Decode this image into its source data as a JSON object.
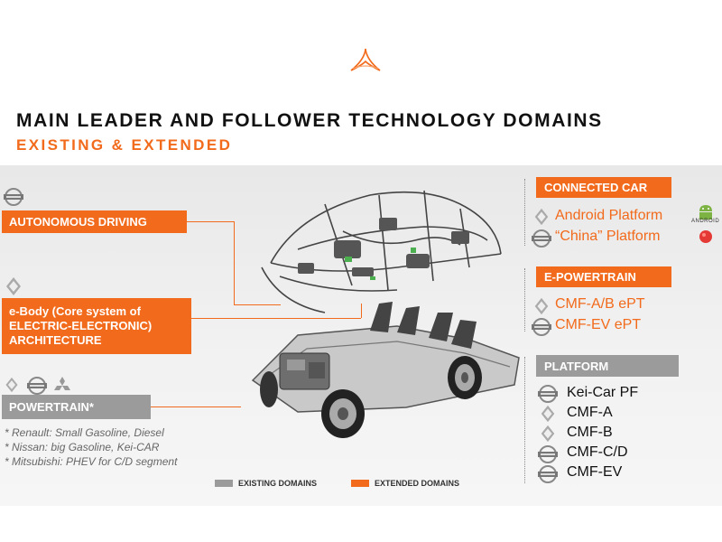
{
  "header": {
    "title": "MAIN LEADER AND FOLLOWER TECHNOLOGY DOMAINS",
    "subtitle": "EXISTING & EXTENDED"
  },
  "left": {
    "autonomous": "AUTONOMOUS DRIVING",
    "ebody_line1": "e-Body (Core system of",
    "ebody_line2": "ELECTRIC-ELECTRONIC)",
    "ebody_line3": "ARCHITECTURE",
    "powertrain": "POWERTRAIN*",
    "notes": [
      "* Renault: Small Gasoline, Diesel",
      "* Nissan: big Gasoline, Kei-CAR",
      "* Mitsubishi: PHEV for C/D segment"
    ]
  },
  "right": {
    "connected": {
      "label": "CONNECTED CAR",
      "items": [
        "Android Platform",
        "“China” Platform"
      ],
      "android_badge": "ANDROID"
    },
    "epowertrain": {
      "label": "E-POWERTRAIN",
      "items": [
        "CMF-A/B ePT",
        "CMF-EV ePT"
      ]
    },
    "platform": {
      "label": "PLATFORM",
      "items": [
        "Kei-Car PF",
        "CMF-A",
        "CMF-B",
        "CMF-C/D",
        "CMF-EV"
      ]
    }
  },
  "legend": {
    "existing": "EXISTING DOMAINS",
    "extended": "EXTENDED DOMAINS",
    "existing_color": "#9b9b9b",
    "extended_color": "#f26a1b"
  }
}
